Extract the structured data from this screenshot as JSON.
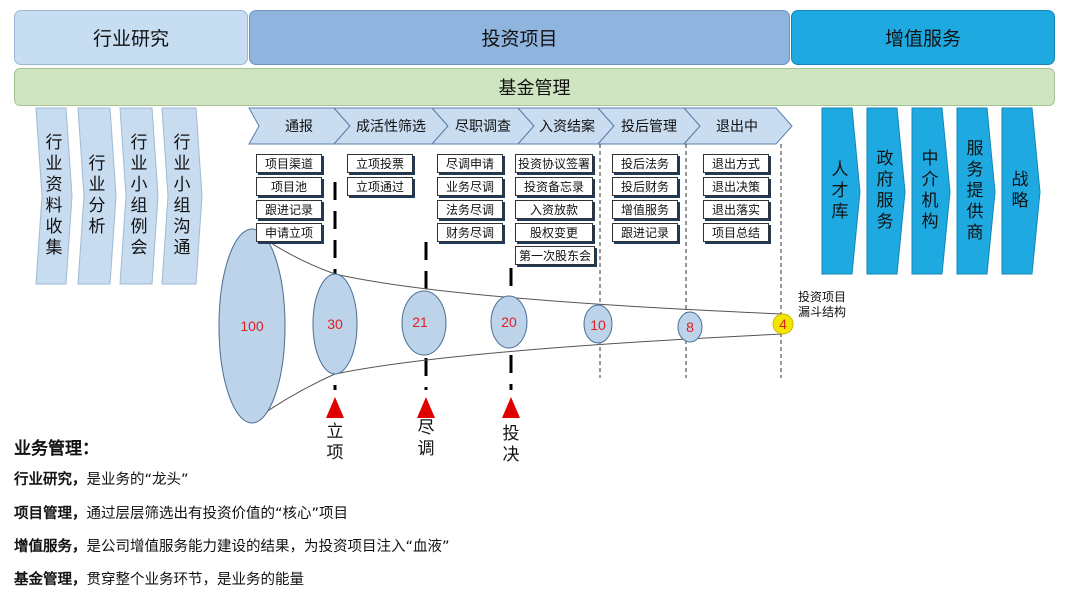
{
  "headers": {
    "research": "行业研究",
    "investment": "投资项目",
    "value_added": "增值服务"
  },
  "fund_band": "基金管理",
  "left_arrows": [
    "行业资料收集",
    "行业分析",
    "行业小组例会",
    "行业小组沟通"
  ],
  "right_arrows": [
    "人才库",
    "政府服务",
    "中介机构",
    "服务提供商",
    "战略"
  ],
  "stages": [
    "通报",
    "成活性筛选",
    "尽职调查",
    "入资结案",
    "投后管理",
    "退出中"
  ],
  "stage_items": [
    [
      "项目渠道",
      "项目池",
      "跟进记录",
      "申请立项"
    ],
    [
      "立项投票",
      "立项通过"
    ],
    [
      "尽调申请",
      "业务尽调",
      "法务尽调",
      "财务尽调"
    ],
    [
      "投资协议签署",
      "投资备忘录",
      "入资放款",
      "股权变更",
      "第一次股东会"
    ],
    [
      "投后法务",
      "投后财务",
      "增值服务",
      "跟进记录"
    ],
    [
      "退出方式",
      "退出决策",
      "退出落实",
      "项目总结"
    ]
  ],
  "funnel": {
    "values": [
      "100",
      "30",
      "21",
      "20",
      "10",
      "8",
      "4"
    ],
    "note": "投资项目漏斗结构",
    "highlight_color": "#f2e600",
    "fill_color": "#bcd3ea"
  },
  "milestones": [
    "立项",
    "尽调",
    "投决"
  ],
  "summary": {
    "title": "业务管理：",
    "lines": [
      {
        "key": "行业研究，",
        "text": "是业务的“龙头”"
      },
      {
        "key": "项目管理，",
        "text": "通过层层筛选出有投资价值的“核心”项目"
      },
      {
        "key": "增值服务，",
        "text": "是公司增值服务能力建设的结果，为投资项目注入“血液”"
      },
      {
        "key": "基金管理，",
        "text": "贯穿整个业务环节，是业务的能量"
      }
    ]
  },
  "colors": {
    "research_header": "#c7ddf2",
    "investment_header": "#8fb4de",
    "value_header": "#1fa9e1",
    "fund_band": "#cfe4c0",
    "left_arrow": "#c7dcef",
    "right_arrow": "#1fa9e1",
    "stage_arrow": "#c9dcf0",
    "marker": "#e00000"
  }
}
